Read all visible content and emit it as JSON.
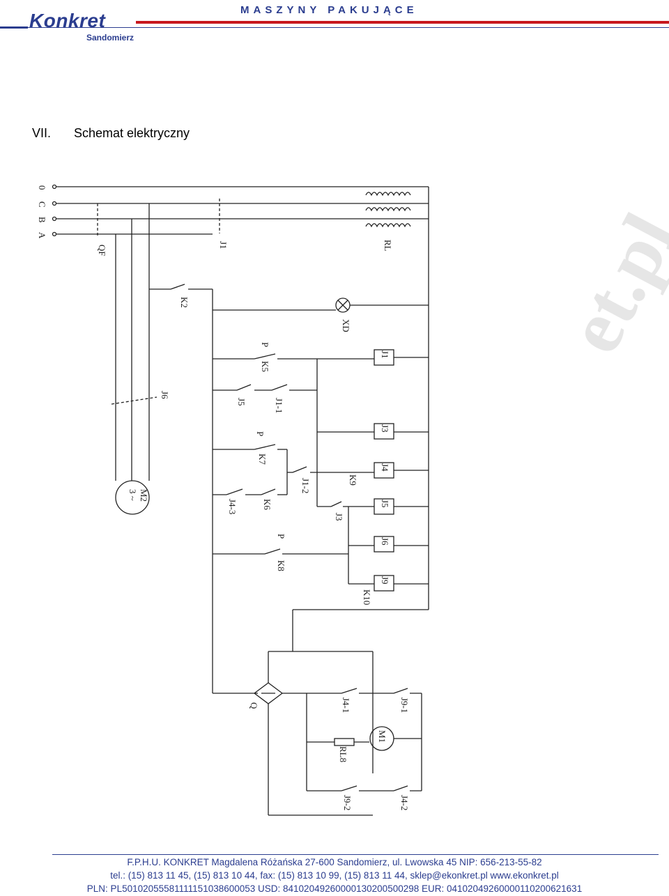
{
  "header": {
    "logo": "Konkret",
    "logo_sub": "Sandomierz",
    "tagline": "MASZYNY PAKUJĄCE"
  },
  "section": {
    "number": "VII.",
    "title": "Schemat elektryczny"
  },
  "schematic_labels": {
    "l0": "0",
    "lc": "C",
    "lb": "B",
    "la": "A",
    "qf": "QF",
    "j1": "J1",
    "rl": "RL",
    "k2": "K2",
    "xd": "XD",
    "p1": "P",
    "k5": "K5",
    "j5": "J5",
    "j1_1": "J1-1",
    "p2": "P",
    "k7": "K7",
    "j1_2": "J1-2",
    "k9": "K9",
    "j4_3": "J4-3",
    "k6": "K6",
    "j3c": "J3",
    "p3": "P",
    "k8": "K8",
    "k10": "K10",
    "j6c": "J6",
    "m2": "M2",
    "m2_sub": "3 ~",
    "coil_j1": "J1",
    "coil_j3": "J3",
    "coil_j4": "J4",
    "coil_j5": "J5",
    "coil_j6": "J6",
    "coil_j9": "J9",
    "q": "Q",
    "j4_1": "J4-1",
    "j9_1": "J9-1",
    "m1": "M1",
    "rl8": "RL8",
    "j9_2": "J9-2",
    "j4_2": "J4-2"
  },
  "watermark": "et.pl",
  "footer": {
    "line1": "F.P.H.U. KONKRET Magdalena Różańska 27-600 Sandomierz, ul. Lwowska 45 NIP: 656-213-55-82",
    "line2": "tel.: (15) 813 11 45, (15) 813 10 44, fax: (15) 813 10 99, (15) 813 11 44,  sklep@ekonkret.pl   www.ekonkret.pl",
    "line3": "PLN: PL50102055581111151038600053 USD: 84102049260000130200500298 EUR: 04102049260000110200621631"
  },
  "colors": {
    "brand_blue": "#2b3d8f",
    "brand_red": "#c8181e"
  }
}
